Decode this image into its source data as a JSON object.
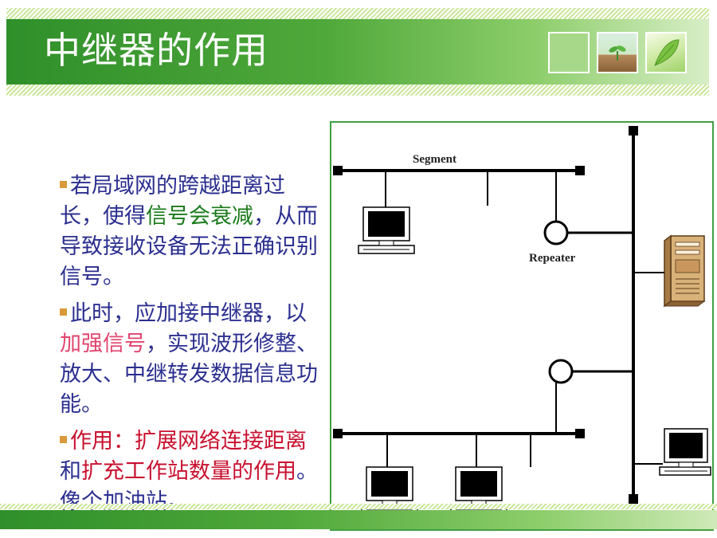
{
  "slide": {
    "title": "中继器的作用"
  },
  "bullets": [
    {
      "segments": [
        {
          "text": "若局域网的跨越距离过长，使得",
          "color": "#2b2f8f"
        },
        {
          "text": "信号会衰减",
          "color": "#1a7a1a"
        },
        {
          "text": "，从而导致接收设备无法正确识别信号。",
          "color": "#2b2f8f"
        }
      ]
    },
    {
      "segments": [
        {
          "text": "此时，应加接中继器，以",
          "color": "#2b2f8f"
        },
        {
          "text": "加强信号",
          "color": "#e0456e"
        },
        {
          "text": "，实现波形修整、放大、中继转发数据信息功能。",
          "color": "#2b2f8f"
        }
      ]
    },
    {
      "segments": [
        {
          "text": "作用：扩展网络连接距离",
          "color": "#c8102e"
        },
        {
          "text": "和",
          "color": "#2b2f8f"
        },
        {
          "text": "扩充工作站数量的作用",
          "color": "#c8102e"
        },
        {
          "text": "。像个加油站。",
          "color": "#2b2f8f"
        }
      ]
    }
  ],
  "diagram": {
    "segment_label": "Segment",
    "repeater_label": "Repeater"
  },
  "colors": {
    "title_green": "#2f8f2a",
    "bullet_marker": "#d99a3a",
    "frame_green": "#40a040"
  }
}
